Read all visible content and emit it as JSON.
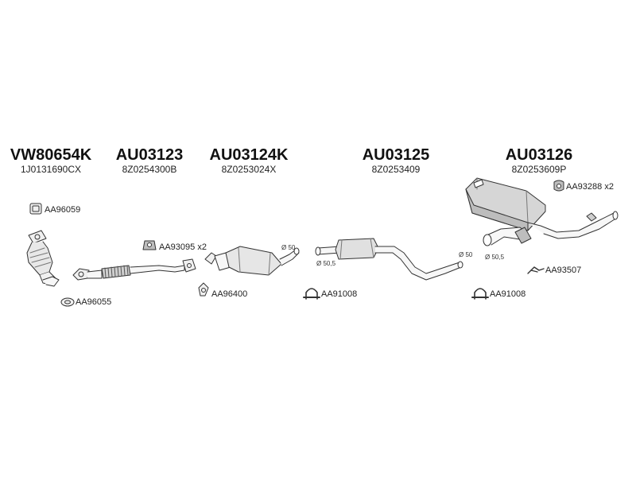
{
  "groups": [
    {
      "code": "VW80654K",
      "oem": "1J0131690CX"
    },
    {
      "code": "AU03123",
      "oem": "8Z0254300B"
    },
    {
      "code": "AU03124K",
      "oem": "8Z0253024X"
    },
    {
      "code": "AU03125",
      "oem": "8Z0253409"
    },
    {
      "code": "AU03126",
      "oem": "8Z0253609P"
    }
  ],
  "accessories": {
    "clamp_a": "AA96059",
    "gasket_a": "AA96055",
    "hanger_a": "AA93095 x2",
    "gasket_b": "AA96400",
    "clamp_b": "AA91008",
    "hanger_b": "AA93288 x2",
    "bracket": "AA93507",
    "clamp_c": "AA91008"
  },
  "dimensions": {
    "d1": "Ø 50",
    "d2": "Ø 50,5",
    "d3": "Ø 50",
    "d4": "Ø 50,5"
  },
  "colors": {
    "line": "#333333",
    "fill": "#f0f0f0",
    "shade": "#bdbdbd",
    "text": "#111111"
  },
  "icons": [
    "clamp-icon",
    "gasket-icon",
    "rubber-hanger-icon",
    "u-clamp-icon",
    "bracket-icon"
  ]
}
